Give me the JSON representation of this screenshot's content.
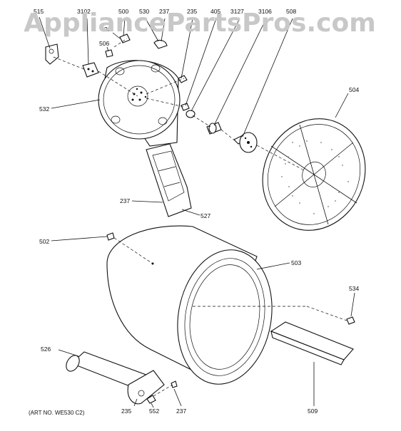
{
  "watermark": "AppliancePartsPros.com",
  "art_number": "(ART NO. WE530 C2)",
  "labels": {
    "p515": "515",
    "p3102": "3102",
    "p500": "500",
    "p530": "530",
    "p237a": "237",
    "p235a": "235",
    "p405": "405",
    "p3127": "3127",
    "p3106": "3106",
    "p508": "508",
    "p23": "23",
    "p506": "506",
    "p532": "532",
    "p504": "504",
    "p237b": "237",
    "p527": "527",
    "p502": "502",
    "p503": "503",
    "p534": "534",
    "p526": "526",
    "p235b": "235",
    "p552": "552",
    "p237c": "237",
    "p509": "509"
  }
}
